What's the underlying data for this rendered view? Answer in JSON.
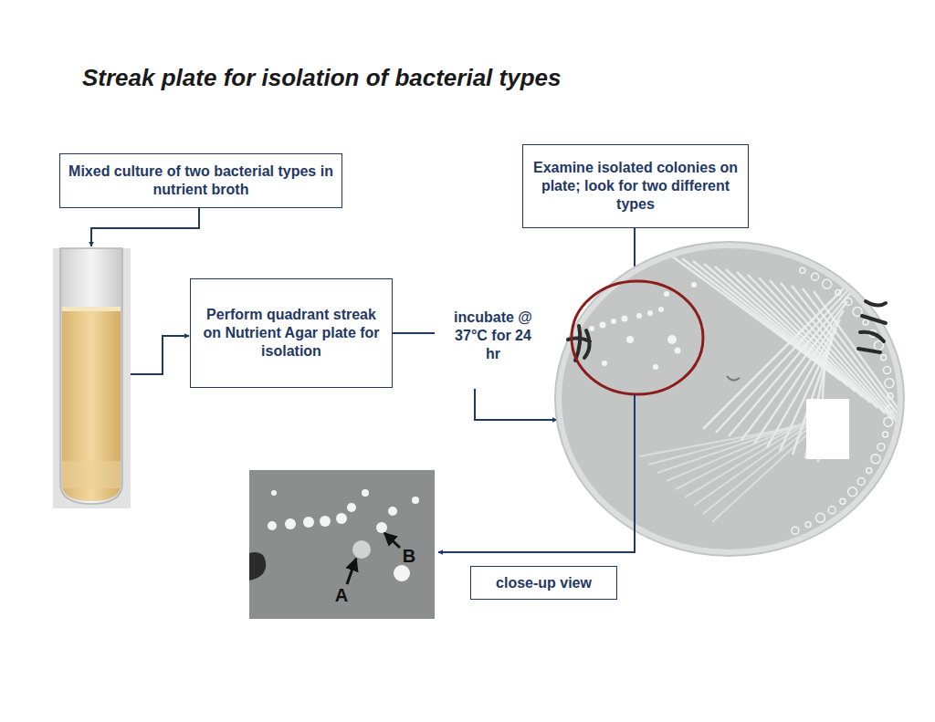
{
  "diagram": {
    "title": "Streak plate for isolation of bacterial types",
    "nodes": [
      {
        "text": [
          "Mixed culture of two bacterial types in nutrient broth"
        ]
      },
      {
        "text": [
          "Perform quadrant streak on Nutrient Agar plate for isolation"
        ]
      },
      {
        "text": [
          "Examine isolated colonies on plate; look for two different types"
        ]
      },
      {
        "text": [
          "close-up view"
        ]
      }
    ],
    "labels": [
      "incubate @ 37°C for 24 hr",
      "A",
      "B"
    ]
  }
}
